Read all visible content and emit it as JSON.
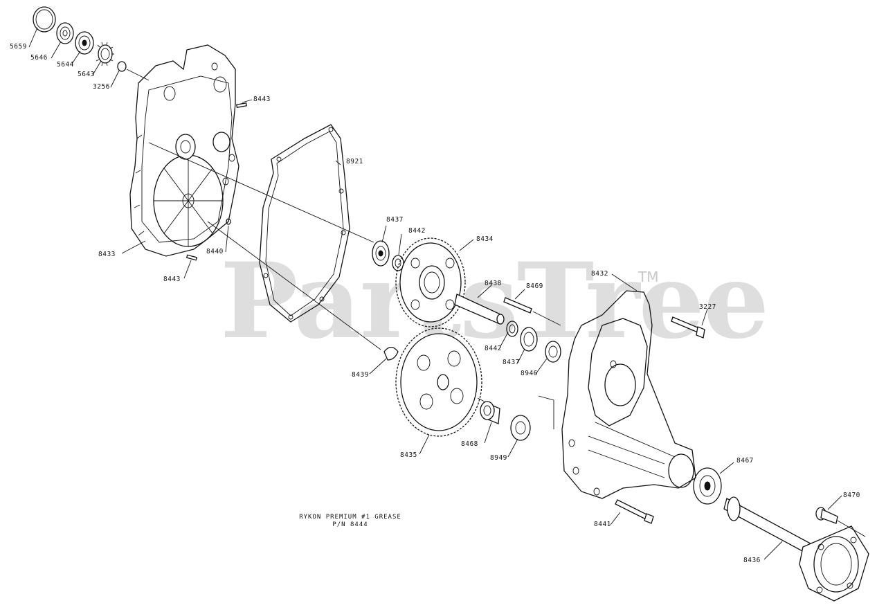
{
  "watermark": {
    "text": "PartsTree",
    "tm": "TM"
  },
  "note": {
    "line1": "RYKON PREMIUM #1 GREASE",
    "line2": "P/N 8444"
  },
  "parts": [
    {
      "id": "5659",
      "label": "5659"
    },
    {
      "id": "5646",
      "label": "5646"
    },
    {
      "id": "5644",
      "label": "5644"
    },
    {
      "id": "5643",
      "label": "5643"
    },
    {
      "id": "3256",
      "label": "3256"
    },
    {
      "id": "8443a",
      "label": "8443"
    },
    {
      "id": "8921",
      "label": "8921"
    },
    {
      "id": "8437a",
      "label": "8437"
    },
    {
      "id": "8442a",
      "label": "8442"
    },
    {
      "id": "8434",
      "label": "8434"
    },
    {
      "id": "8433",
      "label": "8433"
    },
    {
      "id": "8440",
      "label": "8440"
    },
    {
      "id": "8443b",
      "label": "8443"
    },
    {
      "id": "8432",
      "label": "8432"
    },
    {
      "id": "8438",
      "label": "8438"
    },
    {
      "id": "8469",
      "label": "8469"
    },
    {
      "id": "3227",
      "label": "3227"
    },
    {
      "id": "8442b",
      "label": "8442"
    },
    {
      "id": "8437b",
      "label": "8437"
    },
    {
      "id": "8946",
      "label": "8946"
    },
    {
      "id": "8439",
      "label": "8439"
    },
    {
      "id": "8435",
      "label": "8435"
    },
    {
      "id": "8468",
      "label": "8468"
    },
    {
      "id": "8949",
      "label": "8949"
    },
    {
      "id": "8467",
      "label": "8467"
    },
    {
      "id": "8470",
      "label": "8470"
    },
    {
      "id": "8441",
      "label": "8441"
    },
    {
      "id": "8436",
      "label": "8436"
    }
  ]
}
